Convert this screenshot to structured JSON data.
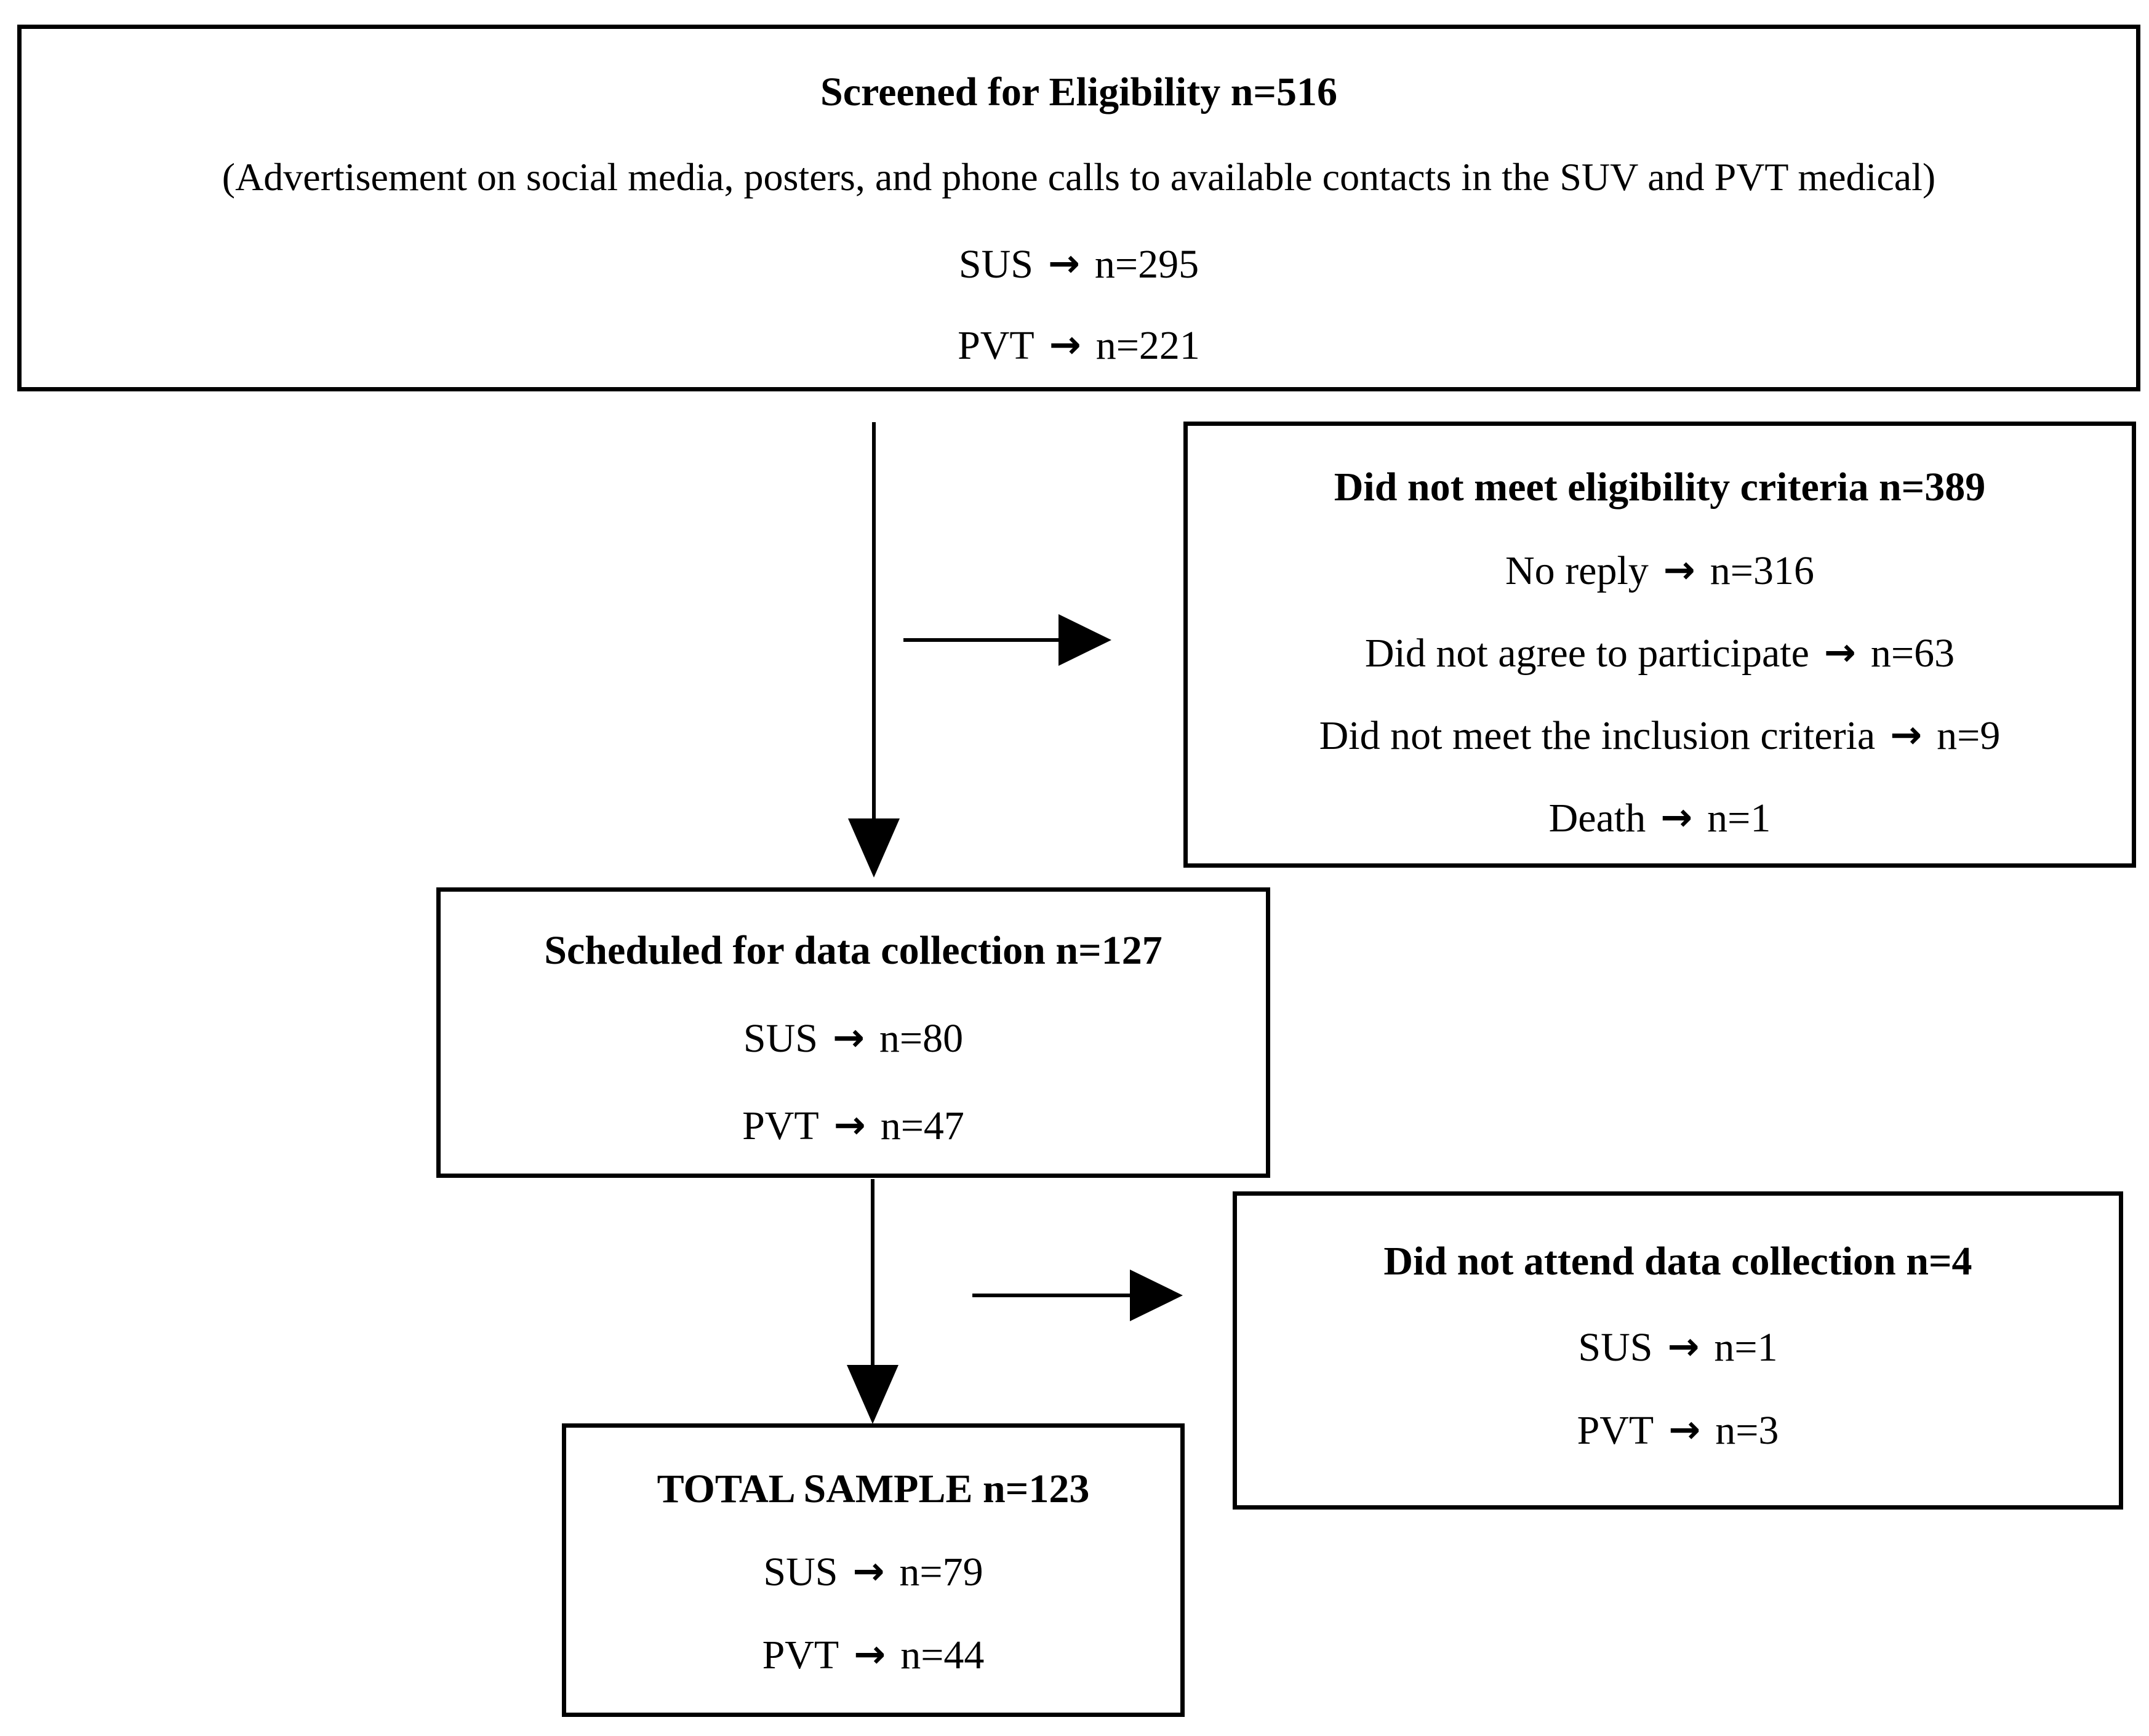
{
  "diagram": {
    "arrow_glyph": "→",
    "colors": {
      "line": "#000000",
      "text": "#000000",
      "background": "#ffffff"
    },
    "boxes": {
      "screened": {
        "title": "Screened for Eligibility n=516",
        "subtitle": "(Advertisement on social media, posters, and phone calls to available contacts in the SUV and PVT medical)",
        "lines": [
          {
            "label": "SUS",
            "value": "n=295"
          },
          {
            "label": "PVT",
            "value": "n=221"
          }
        ]
      },
      "not_eligible": {
        "title": "Did not meet eligibility criteria n=389",
        "lines": [
          {
            "label": "No reply",
            "value": "n=316"
          },
          {
            "label": "Did not agree to participate",
            "value": "n=63"
          },
          {
            "label": "Did not meet the inclusion criteria",
            "value": "n=9"
          },
          {
            "label": "Death",
            "value": "n=1"
          }
        ]
      },
      "scheduled": {
        "title": "Scheduled for data collection n=127",
        "lines": [
          {
            "label": "SUS",
            "value": "n=80"
          },
          {
            "label": "PVT",
            "value": "n=47"
          }
        ]
      },
      "not_attend": {
        "title": "Did not attend data collection n=4",
        "lines": [
          {
            "label": "SUS",
            "value": "n=1"
          },
          {
            "label": "PVT",
            "value": "n=3"
          }
        ]
      },
      "total": {
        "title": "TOTAL SAMPLE n=123",
        "lines": [
          {
            "label": "SUS",
            "value": "n=79"
          },
          {
            "label": "PVT",
            "value": "n=44"
          }
        ]
      }
    }
  }
}
